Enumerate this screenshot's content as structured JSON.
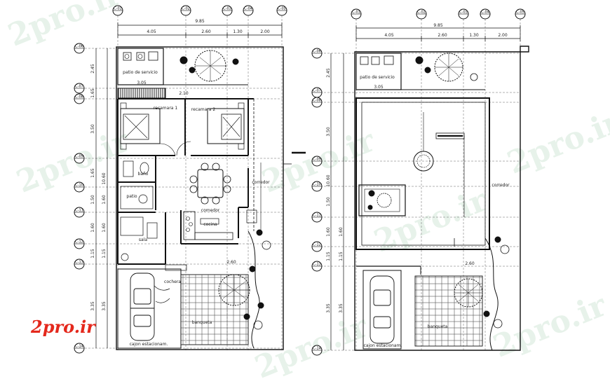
{
  "brand": "2pro.ir",
  "watermark": "2pro.ir",
  "grid_x": [
    "C-01",
    "C-02",
    "C-03",
    "C-04",
    "C-05"
  ],
  "grid_y": [
    "C-06",
    "C-07",
    "C-08",
    "C-09",
    "C-10",
    "C-11",
    "C-12",
    "C-13",
    "C-14"
  ],
  "overall_width": "9.85",
  "dims_top": [
    "4.05",
    "2.60",
    "1.30",
    "2.00"
  ],
  "dims_top_right": [
    "4.05",
    "2.60",
    "1.30",
    "2.00"
  ],
  "dims_side_a": [
    "2.45",
    "1.65",
    "3.50",
    "1.65",
    "1.50",
    "1.60",
    "1.15",
    "3.35"
  ],
  "dims_side_b": [
    "10.60",
    "1.60",
    "1.60",
    "1.15",
    "3.35"
  ],
  "dims_side_right": [
    "2.45",
    "3.50",
    "10.60",
    "1.50",
    "1.60",
    "1.15",
    "3.35"
  ],
  "labels": {
    "patio_servicio": "patio de servicio",
    "recamara1": "recamara 1",
    "recamara2": "recamara 2",
    "bano": "baño",
    "comedor": "comedor",
    "cocina": "cocina",
    "sala": "sala",
    "corredor": "corredor",
    "cochera": "cochera",
    "banqueta": "banqueta",
    "cajon": "cajon estacionam.",
    "patio_sm": "patio",
    "dim_sm1": "3.05",
    "dim_sm2": "2.10",
    "dim_sm3": "2.60"
  },
  "labels_right": {
    "patio_servicio": "patio de servicio",
    "corredor": "corredor",
    "cajon": "cajon estacionam.",
    "banqueta": "banqueta",
    "dim_sm1": "3.05",
    "dim_sm3": "2.60"
  }
}
